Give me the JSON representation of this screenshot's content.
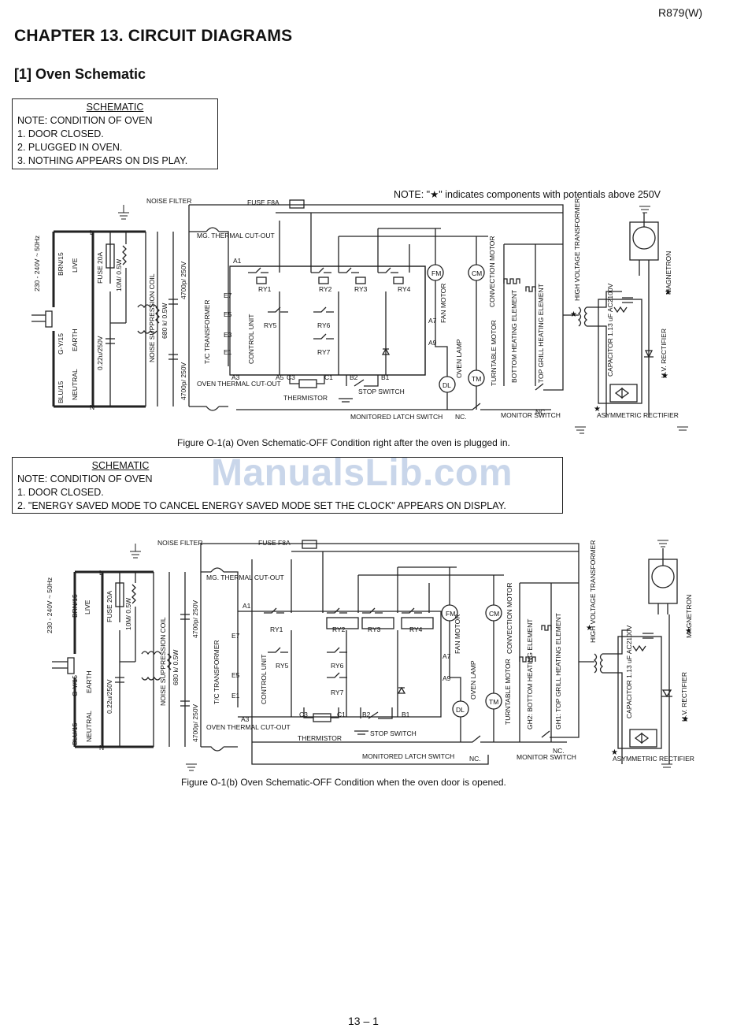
{
  "header": {
    "model": "R879(W)",
    "chapter_title": "CHAPTER 13. CIRCUIT DIAGRAMS",
    "section_title": "[1] Oven Schematic"
  },
  "watermark": "ManualsLib.com",
  "diagram_a": {
    "note_box": {
      "heading": "SCHEMATIC",
      "lines": [
        "NOTE: CONDITION OF OVEN",
        "1. DOOR CLOSED.",
        "2. PLUGGED IN OVEN.",
        "3. NOTHING APPEARS ON DIS PLAY."
      ]
    },
    "star_note": "NOTE: \"★\" indicates components with potentials above 250V",
    "caption": "Figure O-1(a) Oven Schematic-OFF Condition right after the oven is plugged in."
  },
  "diagram_b": {
    "note_box": {
      "heading": "SCHEMATIC",
      "lines": [
        "NOTE: CONDITION OF OVEN",
        "1. DOOR CLOSED.",
        "2. \"ENERGY SAVED MODE TO CANCEL ENERGY SAVED MODE SET THE CLOCK\" APPEARS ON DISPLAY."
      ]
    },
    "caption": "Figure O-1(b) Oven Schematic-OFF Condition when the oven door is opened."
  },
  "labels": {
    "noise_filter": "NOISE FILTER",
    "fuse_f8a": "FUSE F8A",
    "mg_thermal": "MG. THERMAL CUT-OUT",
    "oven_thermal": "OVEN THERMAL CUT-OUT",
    "fuse_20a": "FUSE 20A",
    "resistor_10m": "10M/ 0.5W",
    "resistor_680k": "680 k/ 0.5W",
    "cap_022": "0.22u/250V",
    "cap_4700": "4700p/ 250V",
    "noise_coil": "NOISE SUPPRESSION COIL",
    "supply": "230 - 240V ~ 50Hz",
    "brn": "BRN/15",
    "live": "LIVE",
    "gy": "G-Y/15",
    "earth": "EARTH",
    "blu": "BLU/15",
    "neutral": "NEUTRAL",
    "tc_transformer": "T/C TRANSFORMER",
    "control_unit": "CONTROL UNIT",
    "thermistor": "THERMISTOR",
    "stop_switch": "STOP SWITCH",
    "latch_switch": "MONITORED LATCH SWITCH",
    "monitor_switch": "MONITOR SWITCH",
    "nc": "NC.",
    "fan_motor": "FAN MOTOR",
    "oven_lamp": "OVEN LAMP",
    "convection_motor": "CONVECTION MOTOR",
    "turntable_motor": "TURNTABLE MOTOR",
    "bottom_heating": "BOTTOM HEATING ELEMENT",
    "top_grill": "TOP GRILL HEATING ELEMENT",
    "gh2_bottom": "GH2: BOTTOM HEATING ELEMENT",
    "gh1_top": "GH1: TOP GRILL HEATING ELEMENT",
    "hv_transformer": "HIGH VOLTAGE TRANSFORMER",
    "magnetron": "MAGNETRON",
    "capacitor": "CAPACITOR 1.13 uF AC2100V",
    "hv_rectifier": "H.V. RECTIFIER",
    "asym_rectifier": "ASYMMETRIC RECTIFIER",
    "ry1": "RY1",
    "ry2": "RY2",
    "ry3": "RY3",
    "ry4": "RY4",
    "ry5": "RY5",
    "ry6": "RY6",
    "ry7": "RY7",
    "a1": "A1",
    "a3": "A3",
    "a5": "A5",
    "a7": "A7",
    "a9": "A9",
    "e1": "E1",
    "e3": "E3",
    "e5": "E5",
    "e7": "E7",
    "b1": "B1",
    "b2": "B2",
    "c1": "C1",
    "c3": "C3",
    "dl": "DL",
    "tm": "TM",
    "fm": "FM",
    "cm": "CM",
    "l": "L",
    "n": "N"
  },
  "footer": {
    "page_number": "13 – 1"
  }
}
